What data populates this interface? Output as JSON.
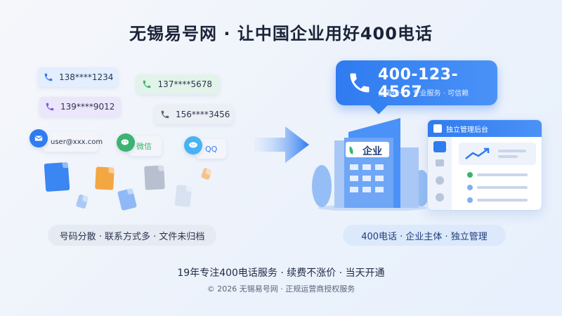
{
  "title": "无锡易号网 · 让中国企业用好400电话",
  "left": {
    "chips": {
      "phone1": "138****1234",
      "phone2": "137****5678",
      "phone3": "139****9012",
      "phone4": "156****3456",
      "email": "user@xxx.com",
      "wechat": "微信",
      "qq": "QQ"
    },
    "caption": "号码分散 · 联系方式多 · 文件未归档"
  },
  "right": {
    "bubble_number": "400-123-4567",
    "bubble_sub": "全国统一 · 专业服务 · 可信赖",
    "building_sign": "企业",
    "panel_title": "独立管理后台",
    "caption": "400电话 · 企业主体 · 独立管理"
  },
  "footer": {
    "line1": "19年专注400电话服务 · 续费不涨价 · 当天开通",
    "line2": "© 2026 无锡易号网 · 正规运营商授权服务"
  },
  "colors": {
    "accent": "#2f7bf0",
    "green": "#3cb371",
    "purple": "#7b5be6"
  }
}
